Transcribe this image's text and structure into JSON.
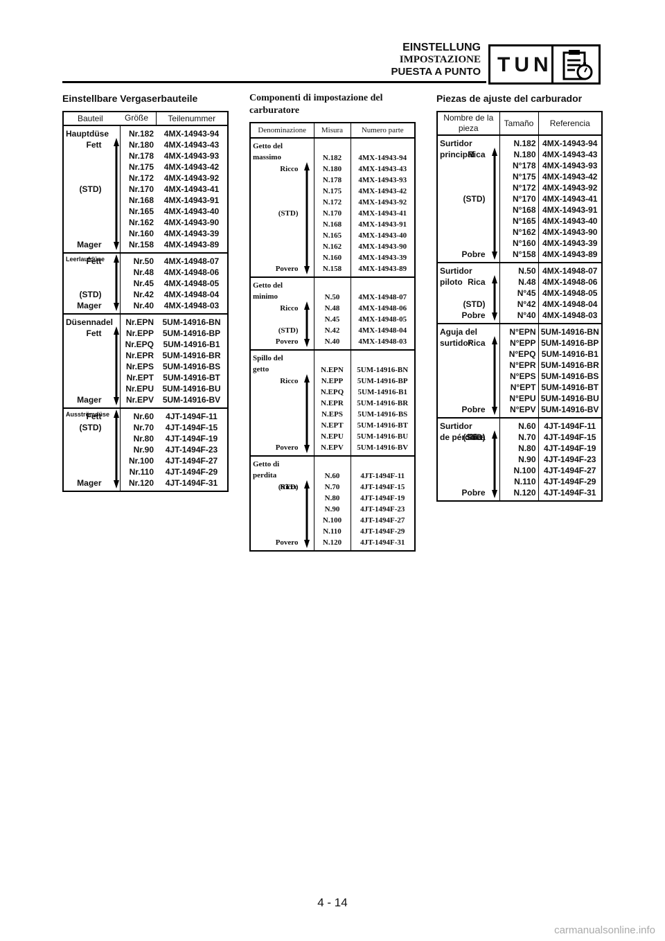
{
  "header": {
    "title_de": "EINSTELLUNG",
    "title_it": "IMPOSTAZIONE",
    "title_es": "PUESTA A PUNTO",
    "badge": "TUN",
    "icon": "clipboard-stopwatch-icon"
  },
  "de": {
    "title": "Einstellbare Vergaserbauteile",
    "headers": [
      "Bauteil",
      "Größe",
      "Teilenummer"
    ],
    "groups": [
      {
        "name": [
          "Hauptdüse"
        ],
        "small": false,
        "rich": "Fett",
        "std": "(STD)",
        "lean": "Mager",
        "std_row": 5,
        "sizes": [
          "Nr.182",
          "Nr.180",
          "Nr.178",
          "Nr.175",
          "Nr.172",
          "Nr.170",
          "Nr.168",
          "Nr.165",
          "Nr.162",
          "Nr.160",
          "Nr.158"
        ],
        "parts": [
          "4MX-14943-94",
          "4MX-14943-43",
          "4MX-14943-93",
          "4MX-14943-42",
          "4MX-14943-92",
          "4MX-14943-41",
          "4MX-14943-91",
          "4MX-14943-40",
          "4MX-14943-90",
          "4MX-14943-39",
          "4MX-14943-89"
        ]
      },
      {
        "name": [
          "Leerlaufdüse"
        ],
        "small": true,
        "rich": "Fett",
        "std": "(STD)",
        "lean": "Mager",
        "std_row": 3,
        "sizes": [
          "Nr.50",
          "Nr.48",
          "Nr.45",
          "Nr.42",
          "Nr.40"
        ],
        "parts": [
          "4MX-14948-07",
          "4MX-14948-06",
          "4MX-14948-05",
          "4MX-14948-04",
          "4MX-14948-03"
        ]
      },
      {
        "name": [
          "Düsennadel"
        ],
        "small": false,
        "rich": "Fett",
        "std": "",
        "lean": "Mager",
        "std_row": -1,
        "sizes": [
          "Nr.EPN",
          "Nr.EPP",
          "Nr.EPQ",
          "Nr.EPR",
          "Nr.EPS",
          "Nr.EPT",
          "Nr.EPU",
          "Nr.EPV"
        ],
        "parts": [
          "5UM-14916-BN",
          "5UM-14916-BP",
          "5UM-14916-B1",
          "5UM-14916-BR",
          "5UM-14916-BS",
          "5UM-14916-BT",
          "5UM-14916-BU",
          "5UM-14916-BV"
        ]
      },
      {
        "name": [
          "Ausströmdüse"
        ],
        "small": true,
        "rich": "Fett",
        "std": "(STD)",
        "lean": "Mager",
        "std_row": 1,
        "sizes": [
          "Nr.60",
          "Nr.70",
          "Nr.80",
          "Nr.90",
          "Nr.100",
          "Nr.110",
          "Nr.120"
        ],
        "parts": [
          "4JT-1494F-11",
          "4JT-1494F-15",
          "4JT-1494F-19",
          "4JT-1494F-23",
          "4JT-1494F-27",
          "4JT-1494F-29",
          "4JT-1494F-31"
        ]
      }
    ]
  },
  "it": {
    "title": "Componenti di impostazione del carburatore",
    "headers": [
      "Denominazione",
      "Misura",
      "Numero parte"
    ],
    "groups": [
      {
        "name": [
          "Getto del",
          "massimo"
        ],
        "small": false,
        "rich": "Ricco",
        "std": "(STD)",
        "lean": "Povero",
        "std_row": 5,
        "sizes": [
          "N.182",
          "N.180",
          "N.178",
          "N.175",
          "N.172",
          "N.170",
          "N.168",
          "N.165",
          "N.162",
          "N.160",
          "N.158"
        ],
        "parts": [
          "4MX-14943-94",
          "4MX-14943-43",
          "4MX-14943-93",
          "4MX-14943-42",
          "4MX-14943-92",
          "4MX-14943-41",
          "4MX-14943-91",
          "4MX-14943-40",
          "4MX-14943-90",
          "4MX-14943-39",
          "4MX-14943-89"
        ]
      },
      {
        "name": [
          "Getto del",
          "minimo"
        ],
        "small": false,
        "rich": "Ricco",
        "std": "(STD)",
        "lean": "Povero",
        "std_row": 3,
        "sizes": [
          "N.50",
          "N.48",
          "N.45",
          "N.42",
          "N.40"
        ],
        "parts": [
          "4MX-14948-07",
          "4MX-14948-06",
          "4MX-14948-05",
          "4MX-14948-04",
          "4MX-14948-03"
        ]
      },
      {
        "name": [
          "Spillo del",
          "getto"
        ],
        "small": false,
        "rich": "Ricco",
        "std": "",
        "lean": "Povero",
        "std_row": -1,
        "sizes": [
          "N.EPN",
          "N.EPP",
          "N.EPQ",
          "N.EPR",
          "N.EPS",
          "N.EPT",
          "N.EPU",
          "N.EPV"
        ],
        "parts": [
          "5UM-14916-BN",
          "5UM-14916-BP",
          "5UM-14916-B1",
          "5UM-14916-BR",
          "5UM-14916-BS",
          "5UM-14916-BT",
          "5UM-14916-BU",
          "5UM-14916-BV"
        ]
      },
      {
        "name": [
          "Getto di",
          "perdita"
        ],
        "small": false,
        "rich": "Ricco",
        "std": "(STD)",
        "lean": "Povero",
        "std_row": 1,
        "sizes": [
          "N.60",
          "N.70",
          "N.80",
          "N.90",
          "N.100",
          "N.110",
          "N.120"
        ],
        "parts": [
          "4JT-1494F-11",
          "4JT-1494F-15",
          "4JT-1494F-19",
          "4JT-1494F-23",
          "4JT-1494F-27",
          "4JT-1494F-29",
          "4JT-1494F-31"
        ]
      }
    ]
  },
  "es": {
    "title": "Piezas de ajuste del carburador",
    "headers": [
      "Nombre de la pieza",
      "Tamaño",
      "Referencia"
    ],
    "groups": [
      {
        "name": [
          "Surtidor",
          "principal"
        ],
        "small": false,
        "rich": "Rica",
        "std": "(STD)",
        "lean": "Pobre",
        "std_row": 5,
        "sizes": [
          "N.182",
          "N.180",
          "N°178",
          "N°175",
          "N°172",
          "N°170",
          "N°168",
          "N°165",
          "N°162",
          "N°160",
          "N°158"
        ],
        "parts": [
          "4MX-14943-94",
          "4MX-14943-43",
          "4MX-14943-93",
          "4MX-14943-42",
          "4MX-14943-92",
          "4MX-14943-41",
          "4MX-14943-91",
          "4MX-14943-40",
          "4MX-14943-90",
          "4MX-14943-39",
          "4MX-14943-89"
        ]
      },
      {
        "name": [
          "Surtidor",
          "piloto"
        ],
        "small": false,
        "rich": "Rica",
        "std": "(STD)",
        "lean": "Pobre",
        "std_row": 3,
        "sizes": [
          "N.50",
          "N.48",
          "N°45",
          "N°42",
          "N°40"
        ],
        "parts": [
          "4MX-14948-07",
          "4MX-14948-06",
          "4MX-14948-05",
          "4MX-14948-04",
          "4MX-14948-03"
        ]
      },
      {
        "name": [
          "Aguja del",
          "surtidor"
        ],
        "small": false,
        "rich": "Rica",
        "std": "",
        "lean": "Pobre",
        "std_row": -1,
        "sizes": [
          "N°EPN",
          "N°EPP",
          "N°EPQ",
          "N°EPR",
          "N°EPS",
          "N°EPT",
          "N°EPU",
          "N°EPV"
        ],
        "parts": [
          "5UM-14916-BN",
          "5UM-14916-BP",
          "5UM-14916-B1",
          "5UM-14916-BR",
          "5UM-14916-BS",
          "5UM-14916-BT",
          "5UM-14916-BU",
          "5UM-14916-BV"
        ]
      },
      {
        "name": [
          "Surtidor",
          "de pérdida"
        ],
        "small": false,
        "rich": "Rica",
        "std": "(STD)",
        "lean": "Pobre",
        "std_row": 1,
        "sizes": [
          "N.60",
          "N.70",
          "N.80",
          "N.90",
          "N.100",
          "N.110",
          "N.120"
        ],
        "parts": [
          "4JT-1494F-11",
          "4JT-1494F-15",
          "4JT-1494F-19",
          "4JT-1494F-23",
          "4JT-1494F-27",
          "4JT-1494F-29",
          "4JT-1494F-31"
        ]
      }
    ]
  },
  "page_number": "4 - 14",
  "watermark": "carmanualsonline.info"
}
